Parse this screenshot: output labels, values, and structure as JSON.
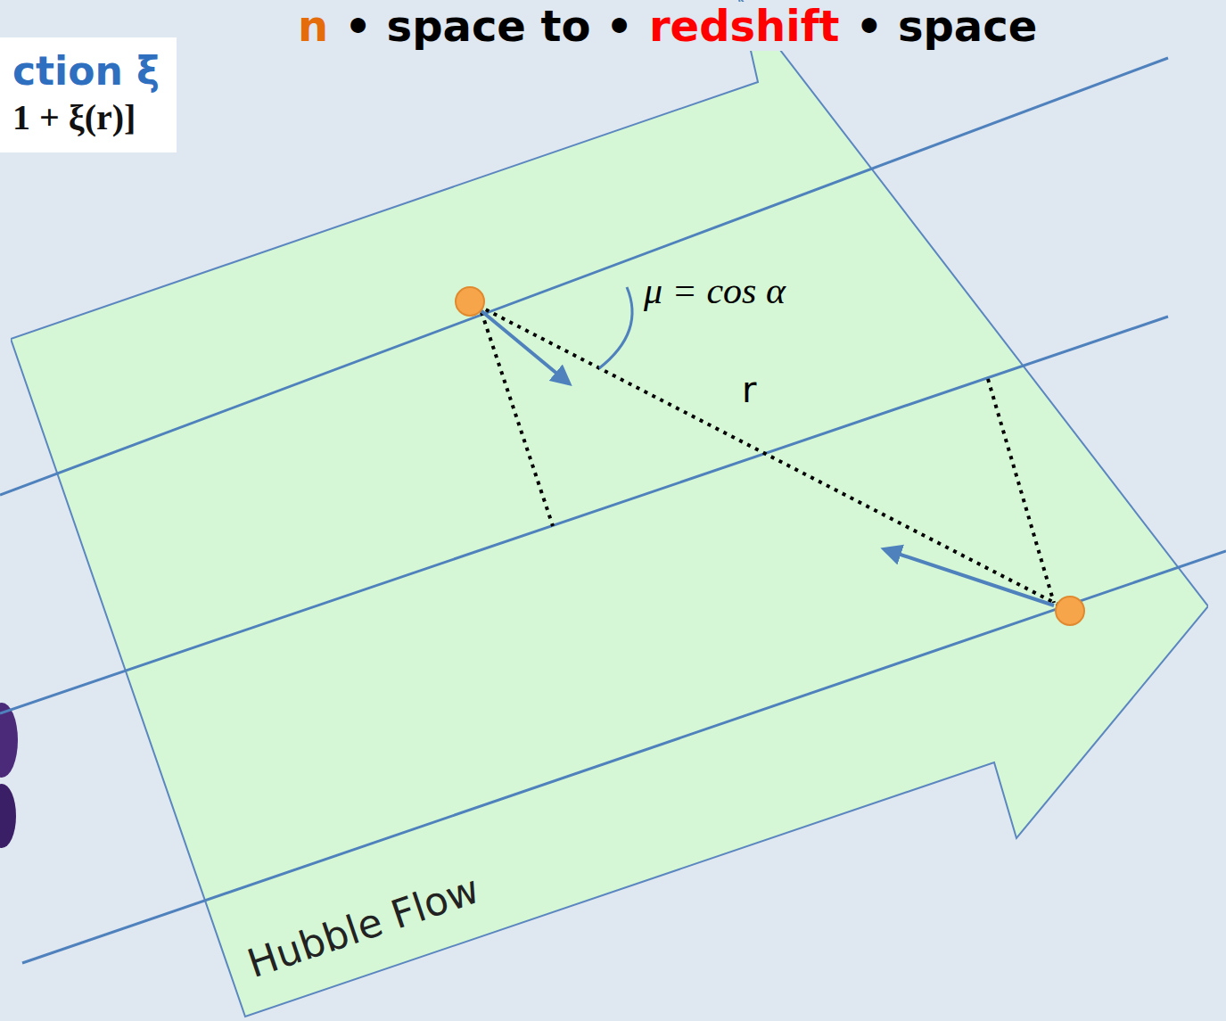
{
  "diagram": {
    "nodes": [
      {
        "text": [
          "ction ξ",
          "1 + ξ(r)]"
        ]
      },
      {
        "text": [
          "Hubble Flow"
        ]
      }
    ],
    "labels": [
      "n",
      "• space to •",
      "redshift",
      "• space",
      "μ = cos α",
      "r"
    ]
  }
}
